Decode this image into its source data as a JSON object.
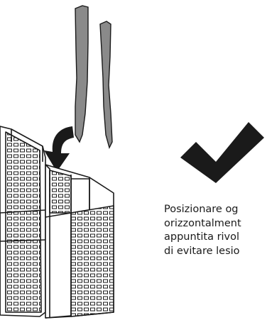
{
  "instruction": {
    "lines": [
      "Posizionare og",
      "orizzontalment",
      "appuntita rivol",
      "di evitare lesio"
    ]
  },
  "icons": {
    "status": "checkmark-icon",
    "motion": "curved-arrow-icon"
  },
  "colors": {
    "checkmark": "#1a1a1a",
    "knife": "#8a8a8a",
    "line": "#1a1a1a"
  }
}
